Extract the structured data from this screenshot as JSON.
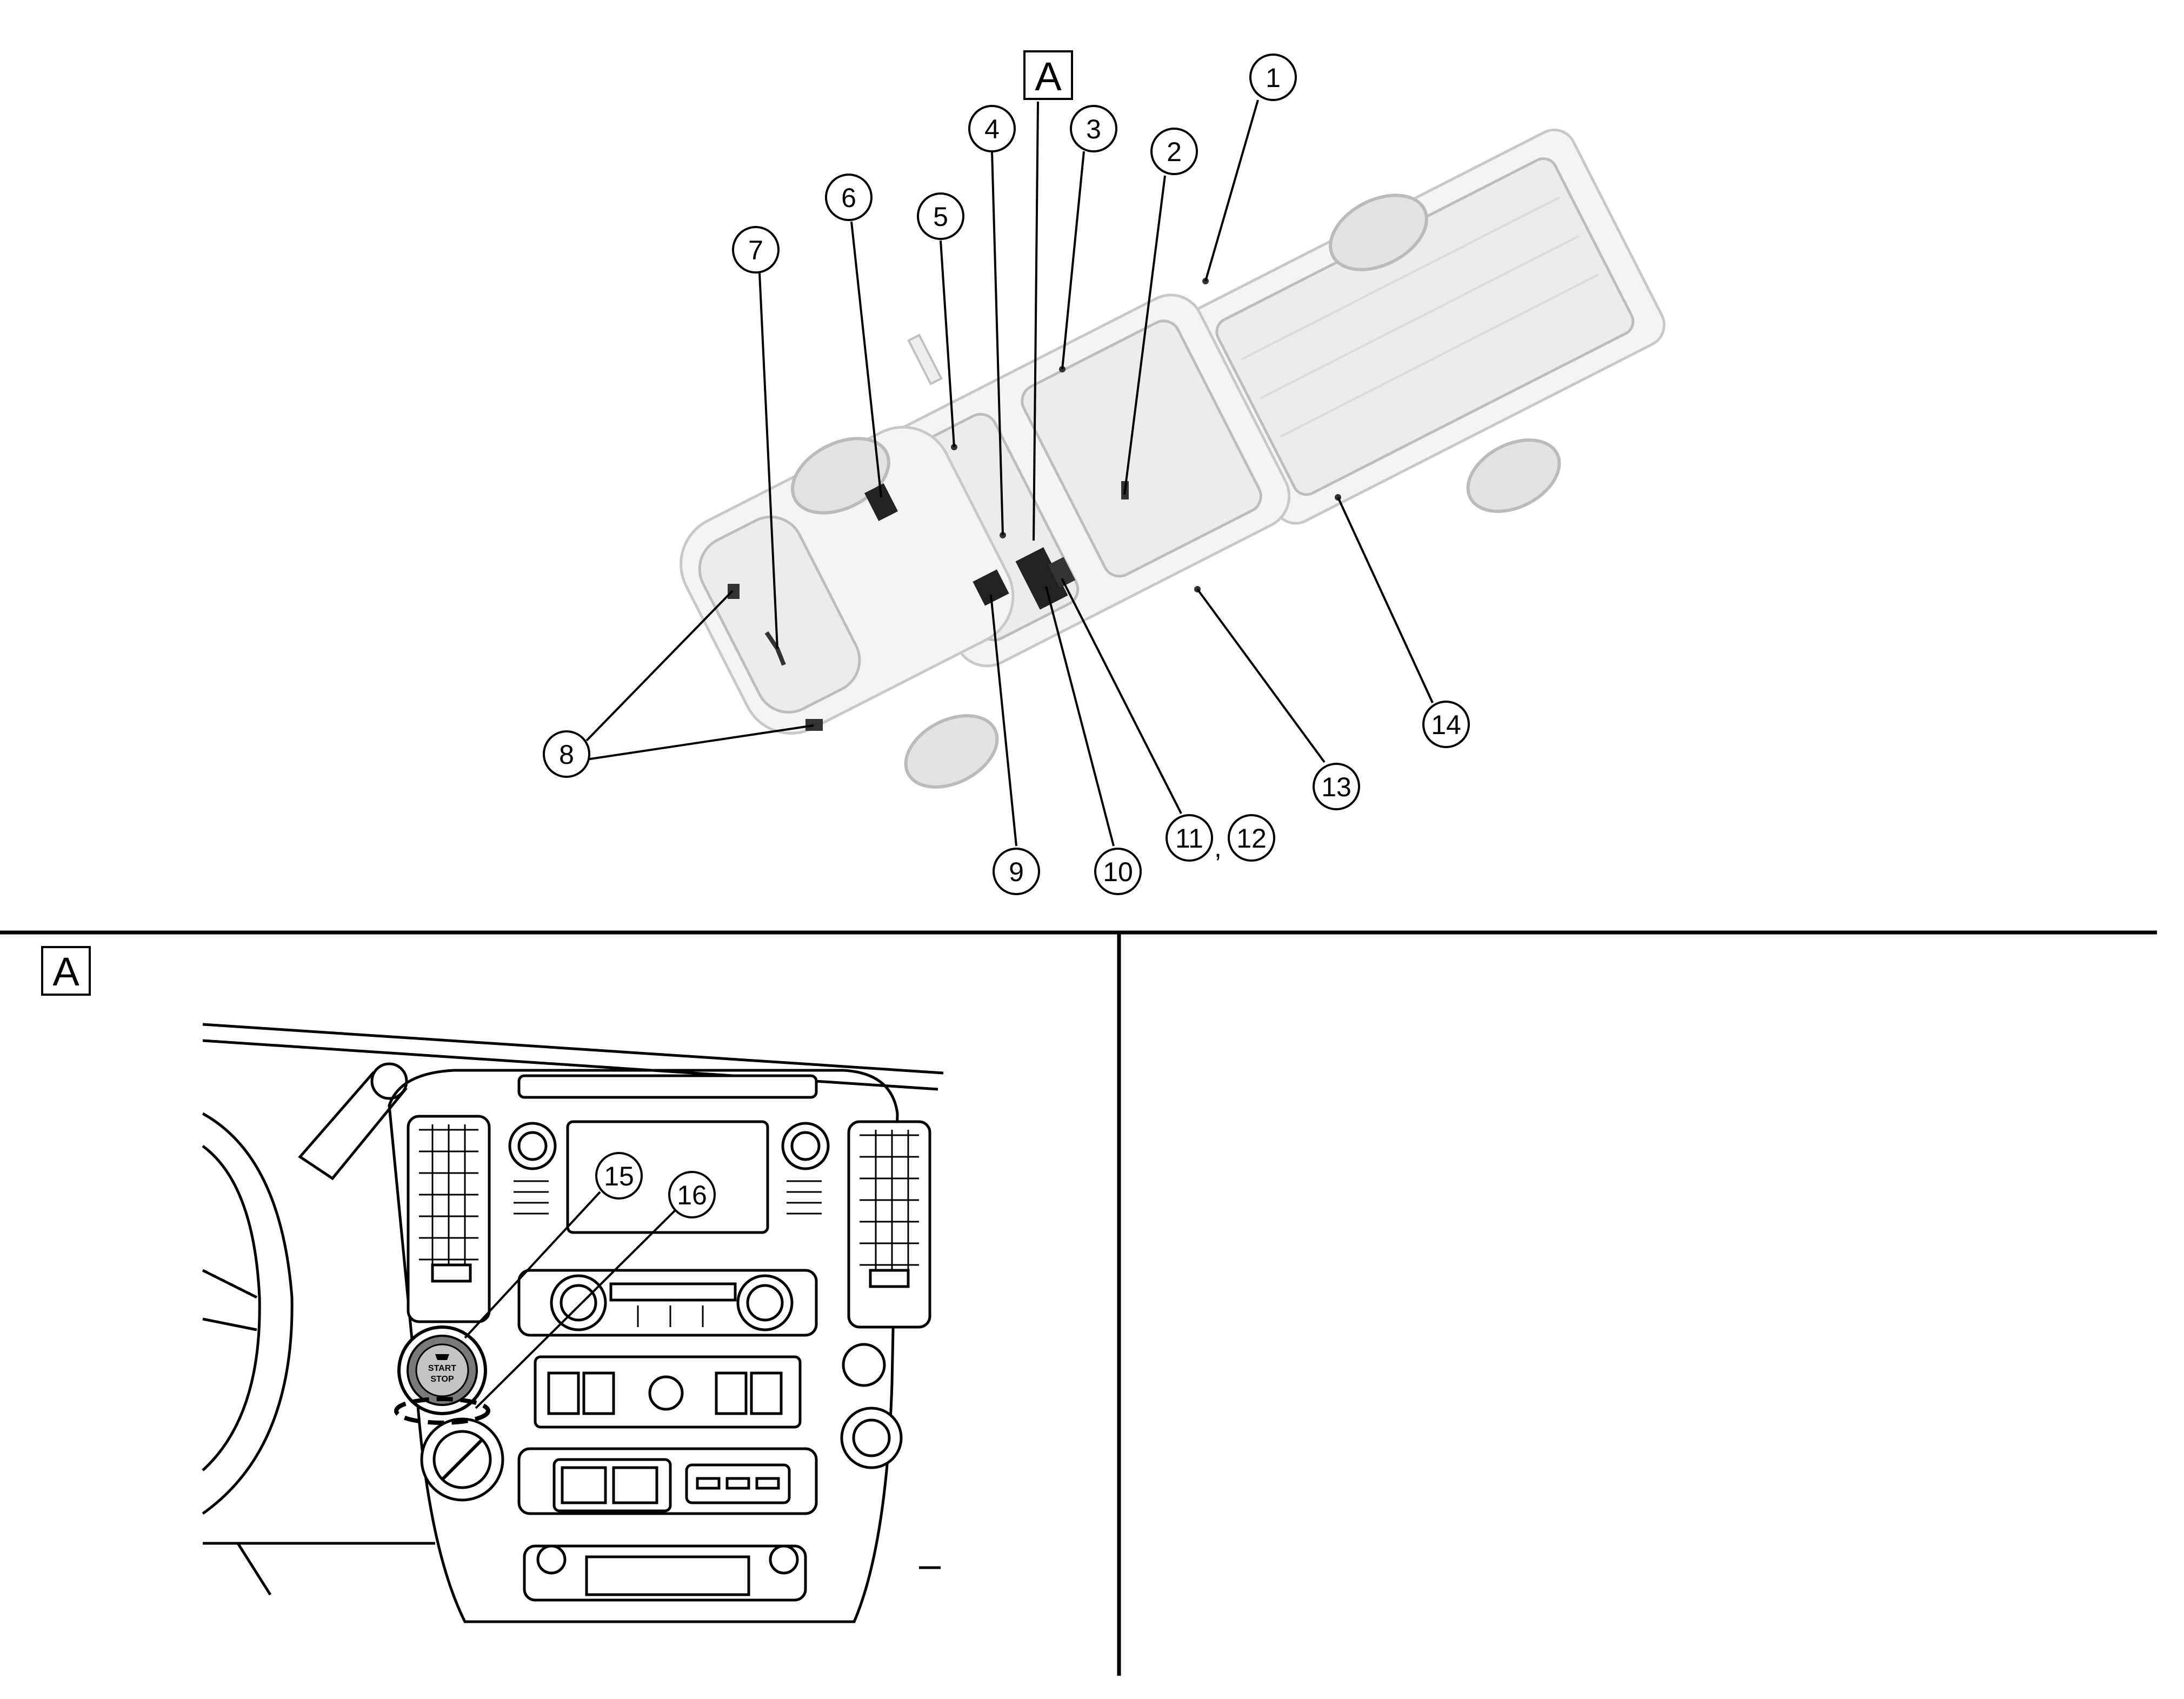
{
  "view_label": "A",
  "detail_label": "A",
  "callouts": {
    "c1": "1",
    "c2": "2",
    "c3": "3",
    "c4": "4",
    "c5": "5",
    "c6": "6",
    "c7": "7",
    "c8": "8",
    "c9": "9",
    "c10": "10",
    "c11": "11",
    "c12": "12",
    "c13": "13",
    "c14": "14",
    "c15": "15",
    "c16": "16"
  },
  "comma": ",",
  "button": {
    "line1": "START",
    "line2": "STOP"
  }
}
